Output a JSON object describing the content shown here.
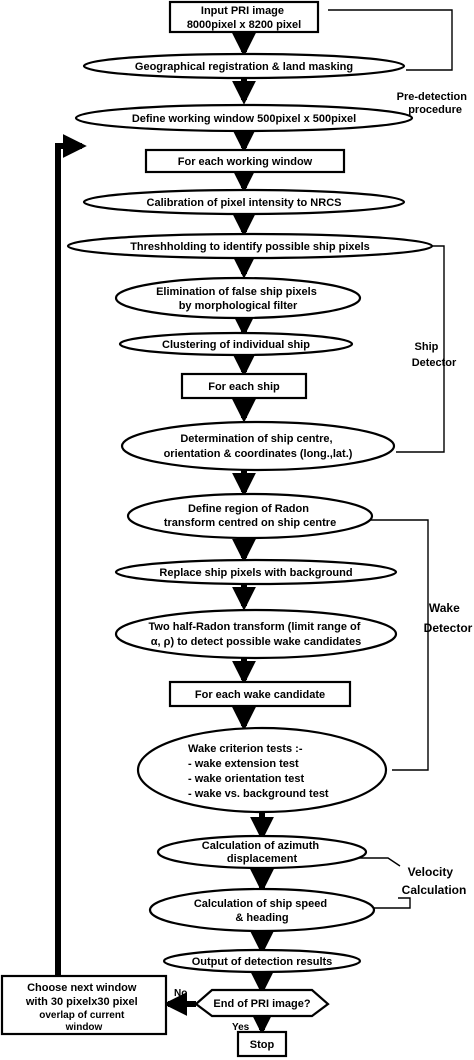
{
  "diagram": {
    "nodes": {
      "input": [
        "Input PRI image",
        "8000pixel x 8200 pixel"
      ],
      "geo": [
        "Geographical registration & land masking"
      ],
      "window": [
        "Define working window 500pixel x 500pixel"
      ],
      "each_window": [
        "For each working window"
      ],
      "calib": [
        "Calibration of pixel intensity to NRCS"
      ],
      "thresh": [
        "Threshholding to identify possible ship pixels"
      ],
      "elim": [
        "Elimination of false ship pixels",
        "by morphological filter"
      ],
      "cluster": [
        "Clustering of individual ship"
      ],
      "each_ship": [
        "For each ship"
      ],
      "centre": [
        "Determination of ship centre,",
        "orientation & coordinates (long.,lat.)"
      ],
      "radon_region": [
        "Define region of Radon",
        "transform centred on ship centre"
      ],
      "replace": [
        "Replace ship pixels with background"
      ],
      "half_radon": [
        "Two half-Radon transform (limit range of",
        "α, ρ) to detect possible wake candidates"
      ],
      "each_wake": [
        "For each wake candidate"
      ],
      "criterion": [
        "Wake criterion tests :-",
        "- wake extension test",
        "- wake orientation test",
        "- wake vs. background test"
      ],
      "azimuth": [
        "Calculation of azimuth",
        "displacement"
      ],
      "speed": [
        "Calculation of ship speed",
        "& heading"
      ],
      "output": [
        "Output of detection results"
      ],
      "end": [
        "End of PRI image?"
      ],
      "next": [
        "Choose next window",
        "with 30 pixelx30 pixel",
        "overlap of current",
        "window"
      ],
      "stop": [
        "Stop"
      ]
    },
    "groups": {
      "pre": [
        "Pre-detection",
        "procedure"
      ],
      "ship": [
        "Ship",
        "Detector"
      ],
      "wake": [
        "Wake",
        "Detector"
      ],
      "velocity": [
        "Velocity",
        "Calculation"
      ]
    },
    "branch": {
      "no": "No",
      "yes": "Yes"
    }
  }
}
